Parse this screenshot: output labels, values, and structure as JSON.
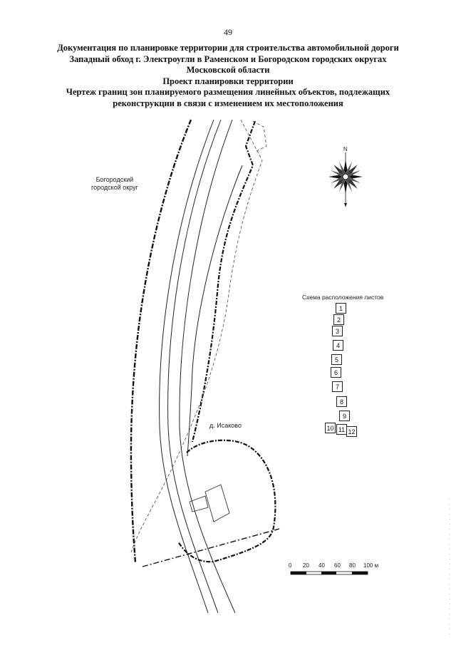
{
  "page": {
    "number": "49"
  },
  "title_lines": [
    "Документация по планировке территории для строительства автомобильной дороги",
    "Западный обход г. Электроугли в Раменском и Богородском городских округах",
    "Московской области",
    "Проект планировки территории",
    "Чертеж границ зон планируемого размещения линейных объектов, подлежащих",
    "реконструкции в связи с изменением их местоположения"
  ],
  "map": {
    "labels": {
      "district": "Богородский\nгородской округ",
      "village": "д. Исаково"
    },
    "compass": {
      "north": "N"
    },
    "scale_bar": {
      "ticks": [
        "0",
        "20",
        "40",
        "60",
        "80",
        "100 м"
      ]
    },
    "sheet_scheme": {
      "title": "Схема расположения листов",
      "sheets": [
        "1",
        "2",
        "3",
        "4",
        "5",
        "6",
        "7",
        "8",
        "9",
        "10",
        "11",
        "12"
      ]
    }
  }
}
